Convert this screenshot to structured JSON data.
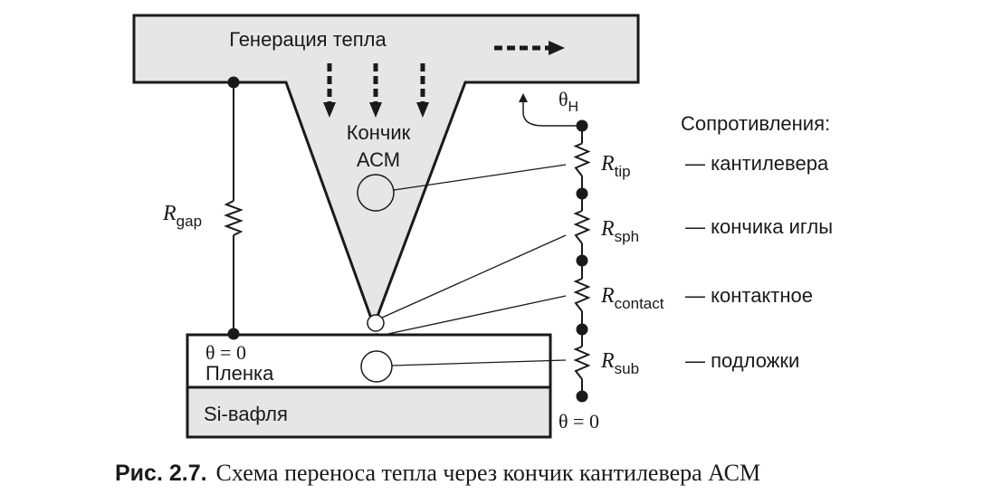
{
  "diagram": {
    "heat_generation_label": "Генерация тепла",
    "tip_label_line1": "Кончик",
    "tip_label_line2": "АСМ",
    "theta_h_symbol": "θ",
    "theta_h_subscript": "H",
    "rgap": {
      "symbol": "R",
      "subscript": "gap"
    },
    "film_theta": "θ = 0",
    "film_label": "Пленка",
    "wafer_label": "Si-вафля",
    "chain_bottom_theta": "θ = 0",
    "resistances_heading": "Сопротивления:",
    "resistors": [
      {
        "symbol": "R",
        "subscript": "tip",
        "description": "— кантилевера"
      },
      {
        "symbol": "R",
        "subscript": "sph",
        "description": "— кончика иглы"
      },
      {
        "symbol": "R",
        "subscript": "contact",
        "description": "— контактное"
      },
      {
        "symbol": "R",
        "subscript": "sub",
        "description": "— подложки"
      }
    ]
  },
  "caption": {
    "figure_number": "Рис. 2.7.",
    "text": "Схема переноса тепла через кончик кантилевера АСМ"
  },
  "colors": {
    "fill_gray": "#e6e6e6",
    "stroke": "#1a1a1a"
  }
}
